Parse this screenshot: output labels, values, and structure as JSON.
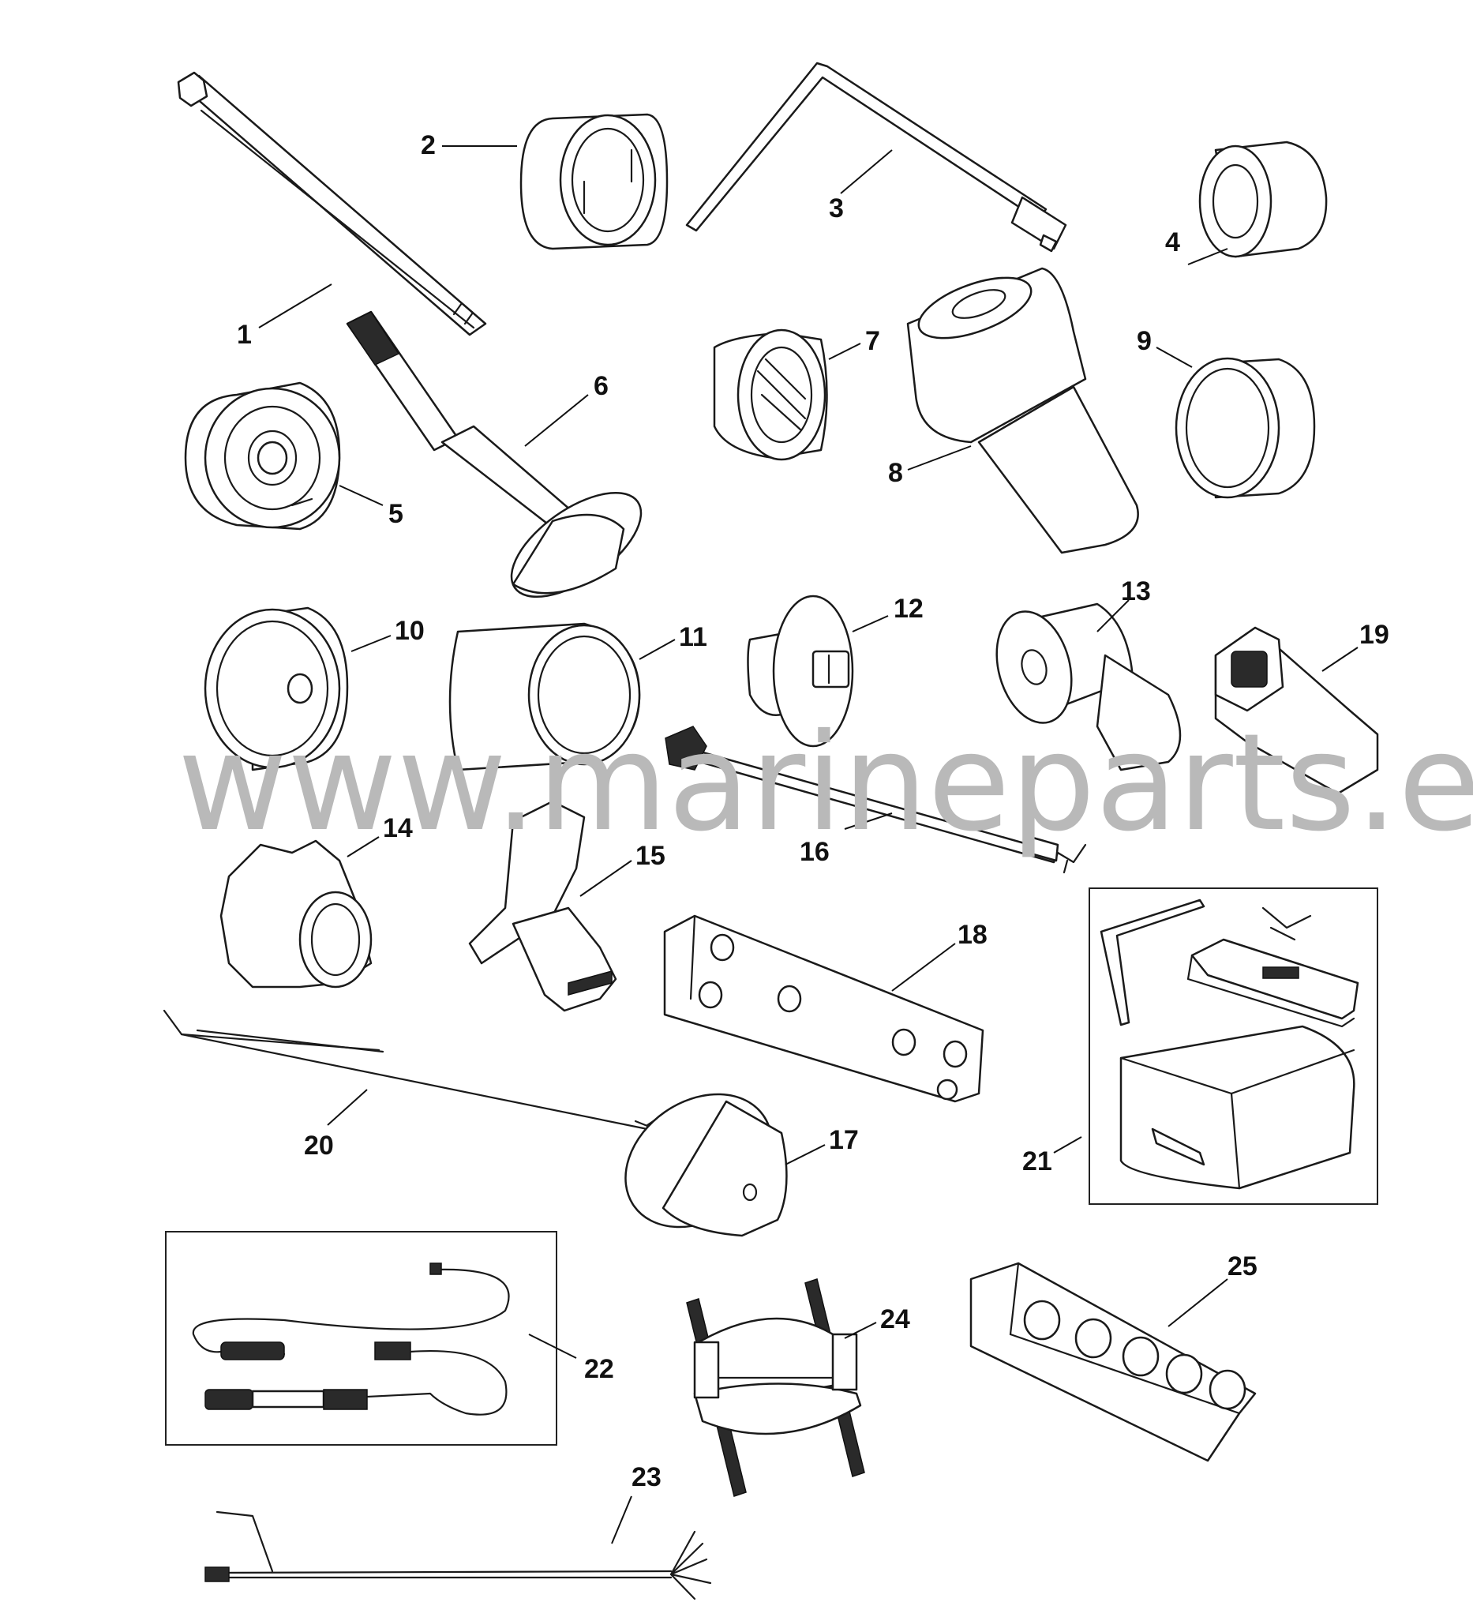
{
  "watermark": "www.marineparts.eu",
  "callouts": [
    {
      "id": "1",
      "label": "1"
    },
    {
      "id": "2",
      "label": "2"
    },
    {
      "id": "3",
      "label": "3"
    },
    {
      "id": "4",
      "label": "4"
    },
    {
      "id": "5",
      "label": "5"
    },
    {
      "id": "6",
      "label": "6"
    },
    {
      "id": "7",
      "label": "7"
    },
    {
      "id": "8",
      "label": "8"
    },
    {
      "id": "9",
      "label": "9"
    },
    {
      "id": "10",
      "label": "10"
    },
    {
      "id": "11",
      "label": "11"
    },
    {
      "id": "12",
      "label": "12"
    },
    {
      "id": "13",
      "label": "13"
    },
    {
      "id": "14",
      "label": "14"
    },
    {
      "id": "15",
      "label": "15"
    },
    {
      "id": "16",
      "label": "16"
    },
    {
      "id": "17",
      "label": "17"
    },
    {
      "id": "18",
      "label": "18"
    },
    {
      "id": "19",
      "label": "19"
    },
    {
      "id": "20",
      "label": "20"
    },
    {
      "id": "21",
      "label": "21"
    },
    {
      "id": "22",
      "label": "22"
    },
    {
      "id": "23",
      "label": "23"
    },
    {
      "id": "24",
      "label": "24"
    },
    {
      "id": "25",
      "label": "25"
    }
  ],
  "colors": {
    "line": "#1a1a1a",
    "watermark": "#b9b9b9",
    "background": "#ffffff"
  }
}
